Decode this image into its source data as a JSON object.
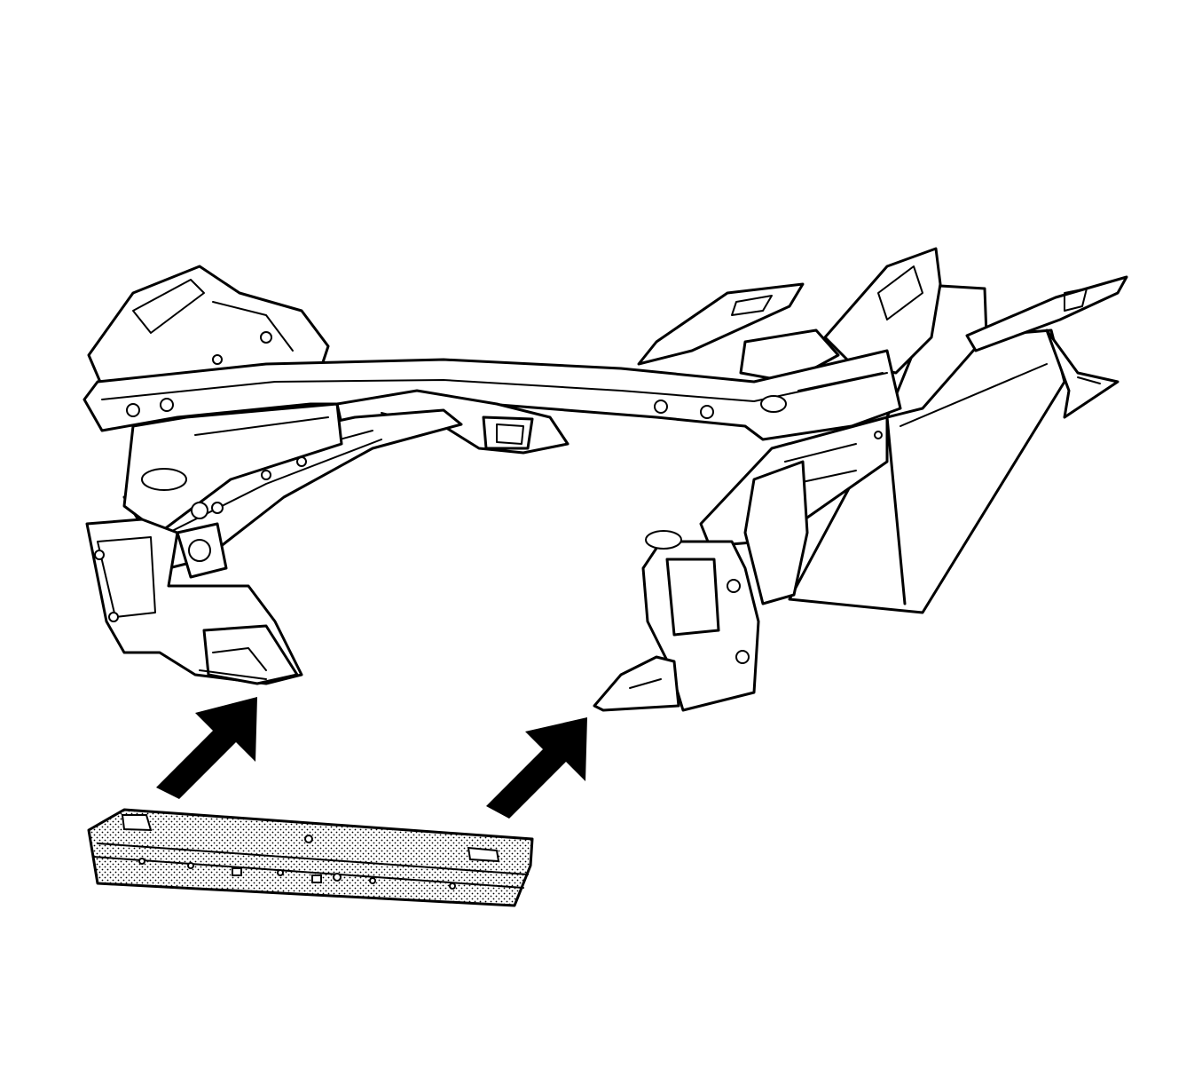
{
  "diagram": {
    "colors": {
      "background": "#ffffff",
      "ink": "#000000",
      "stipple": "#000000"
    },
    "parts": [
      {
        "name": "front-frame-assembly"
      },
      {
        "name": "lower-radiator-support-panel"
      }
    ],
    "arrows": [
      {
        "name": "install-arrow-left"
      },
      {
        "name": "install-arrow-right"
      }
    ]
  }
}
